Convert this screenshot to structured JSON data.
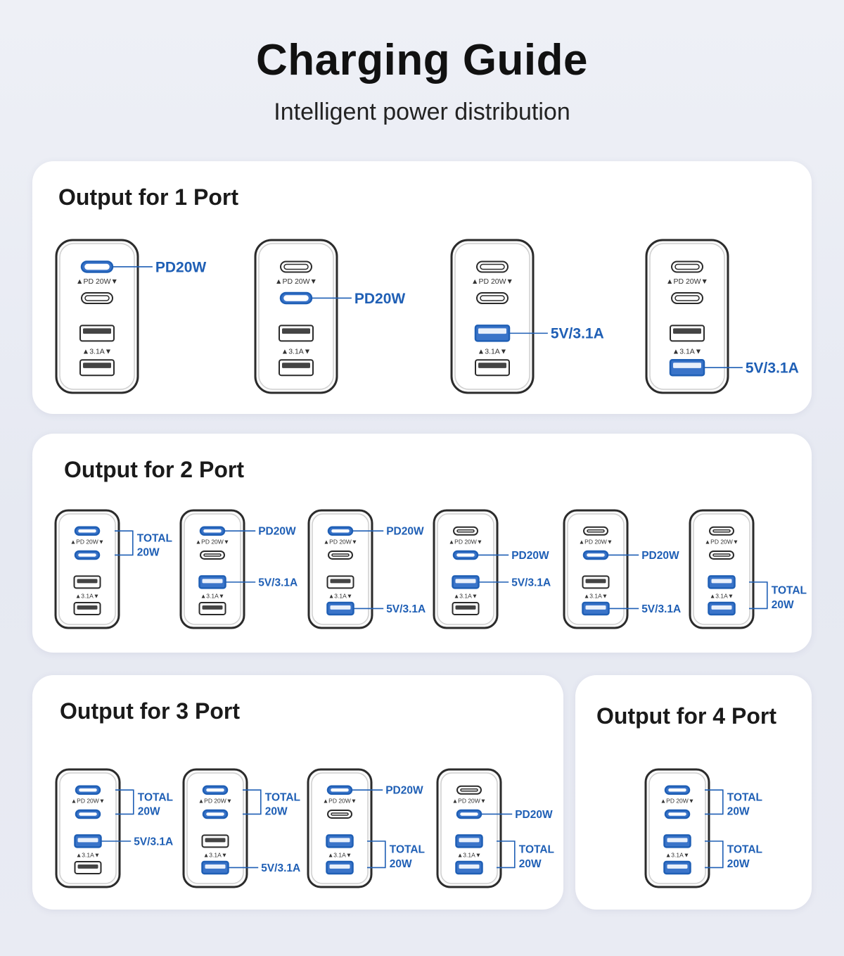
{
  "header": {
    "title": "Charging Guide",
    "subtitle": "Intelligent power distribution"
  },
  "colors": {
    "accent": "#1f5fb5",
    "port_fill": "#3a74c9",
    "outline": "#2b2b2b"
  },
  "port_labels": {
    "pd": "▲PD 20W▼",
    "usb": "▲3.1A▼"
  },
  "panels": [
    {
      "title": "Output for 1 Port",
      "chargers": [
        {
          "active": [
            0
          ],
          "callouts": [
            {
              "label": "PD20W",
              "port": 0
            }
          ]
        },
        {
          "active": [
            1
          ],
          "callouts": [
            {
              "label": "PD20W",
              "port": 1
            }
          ]
        },
        {
          "active": [
            2
          ],
          "callouts": [
            {
              "label": "5V/3.1A",
              "port": 2
            }
          ]
        },
        {
          "active": [
            3
          ],
          "callouts": [
            {
              "label": "5V/3.1A",
              "port": 3
            }
          ]
        }
      ]
    },
    {
      "title": "Output for 2 Port",
      "chargers": [
        {
          "active": [
            0,
            1
          ],
          "callouts": [
            {
              "label": "TOTAL 20W",
              "bracket": [
                0,
                1
              ]
            }
          ]
        },
        {
          "active": [
            0,
            2
          ],
          "callouts": [
            {
              "label": "PD20W",
              "port": 0
            },
            {
              "label": "5V/3.1A",
              "port": 2
            }
          ]
        },
        {
          "active": [
            0,
            3
          ],
          "callouts": [
            {
              "label": "PD20W",
              "port": 0
            },
            {
              "label": "5V/3.1A",
              "port": 3
            }
          ]
        },
        {
          "active": [
            1,
            2
          ],
          "callouts": [
            {
              "label": "PD20W",
              "port": 1
            },
            {
              "label": "5V/3.1A",
              "port": 2
            }
          ]
        },
        {
          "active": [
            1,
            3
          ],
          "callouts": [
            {
              "label": "PD20W",
              "port": 1
            },
            {
              "label": "5V/3.1A",
              "port": 3
            }
          ]
        },
        {
          "active": [
            2,
            3
          ],
          "callouts": [
            {
              "label": "TOTAL 20W",
              "bracket": [
                2,
                3
              ]
            }
          ]
        }
      ]
    },
    {
      "title": "Output for 3 Port",
      "chargers": [
        {
          "active": [
            0,
            1,
            2
          ],
          "callouts": [
            {
              "label": "TOTAL 20W",
              "bracket": [
                0,
                1
              ]
            },
            {
              "label": "5V/3.1A",
              "port": 2
            }
          ]
        },
        {
          "active": [
            0,
            1,
            3
          ],
          "callouts": [
            {
              "label": "TOTAL 20W",
              "bracket": [
                0,
                1
              ]
            },
            {
              "label": "5V/3.1A",
              "port": 3
            }
          ]
        },
        {
          "active": [
            0,
            2,
            3
          ],
          "callouts": [
            {
              "label": "PD20W",
              "port": 0
            },
            {
              "label": "TOTAL 20W",
              "bracket": [
                2,
                3
              ]
            }
          ]
        },
        {
          "active": [
            1,
            2,
            3
          ],
          "callouts": [
            {
              "label": "PD20W",
              "port": 1
            },
            {
              "label": "TOTAL 20W",
              "bracket": [
                2,
                3
              ]
            }
          ]
        }
      ]
    },
    {
      "title": "Output for 4 Port",
      "chargers": [
        {
          "active": [
            0,
            1,
            2,
            3
          ],
          "callouts": [
            {
              "label": "TOTAL 20W",
              "bracket": [
                0,
                1
              ]
            },
            {
              "label": "TOTAL 20W",
              "bracket": [
                2,
                3
              ]
            }
          ]
        }
      ]
    }
  ]
}
